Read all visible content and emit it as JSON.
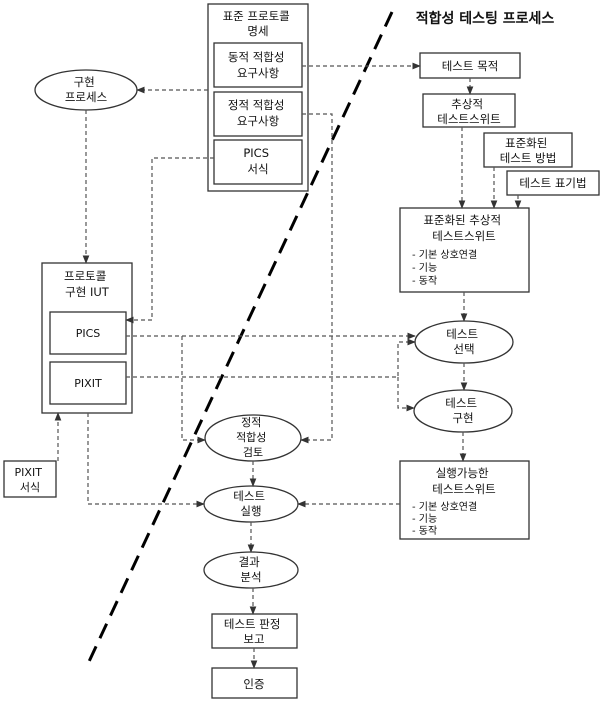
{
  "title": "적합성 테스팅 프로세스",
  "spec": {
    "title": [
      "표준 프로토콜",
      "명세"
    ],
    "dynamic_req": [
      "동적 적합성",
      "요구사항"
    ],
    "static_req": [
      "정적 적합성",
      "요구사항"
    ],
    "pics_form": [
      "PICS",
      "서식"
    ]
  },
  "impl_process": [
    "구현",
    "프로세스"
  ],
  "iut": {
    "title": [
      "프로토콜",
      "구현 IUT"
    ],
    "pics": "PICS",
    "pixit": "PIXIT"
  },
  "pixit_form": [
    "PIXIT",
    "서식"
  ],
  "test_purpose": "테스트 목적",
  "abstract_suite": [
    "추상적",
    "테스트스위트"
  ],
  "std_method": [
    "표준화된",
    "테스트 방법"
  ],
  "notation": "테스트 표기법",
  "std_abstract_suite": {
    "title": [
      "표준화된 추상적",
      "테스트스위트"
    ],
    "items": [
      "- 기본 상호연결",
      "- 기능",
      "- 동작"
    ]
  },
  "test_selection": [
    "테스트",
    "선택"
  ],
  "test_impl": [
    "테스트",
    "구현"
  ],
  "exec_suite": {
    "title": [
      "실행가능한",
      "테스트스위트"
    ],
    "items": [
      "- 기본 상호연결",
      "- 기능",
      "- 동작"
    ]
  },
  "static_review": [
    "정적",
    "적합성",
    "검토"
  ],
  "test_run": [
    "테스트",
    "실행"
  ],
  "result_analysis": [
    "결과",
    "분석"
  ],
  "test_report": [
    "테스트 판정",
    "보고"
  ],
  "certification": "인증"
}
